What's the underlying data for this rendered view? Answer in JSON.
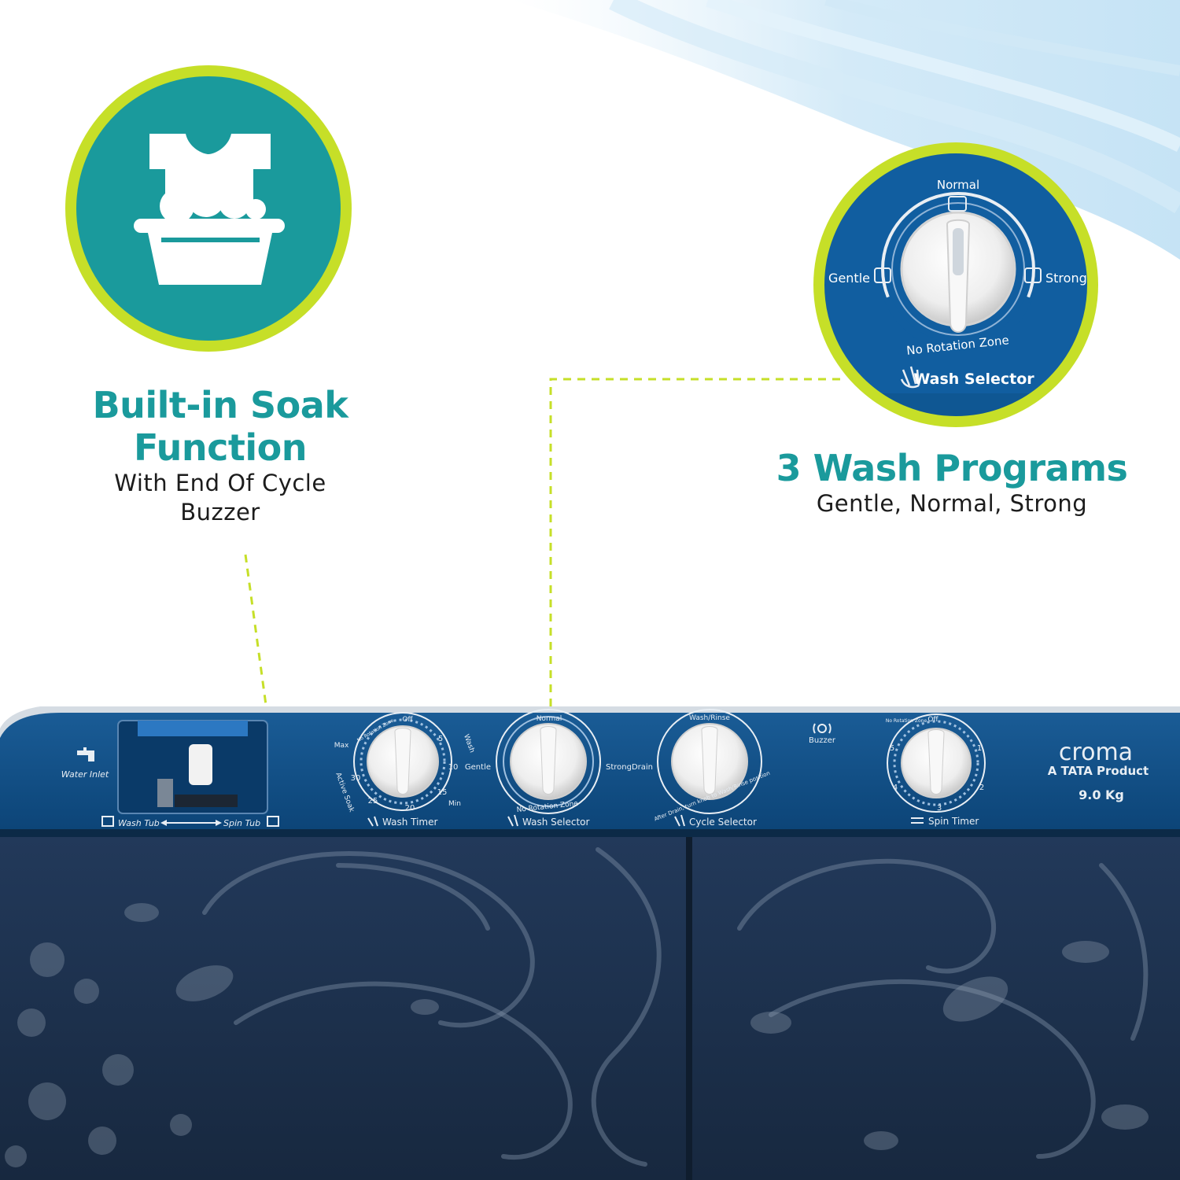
{
  "colors": {
    "teal": "#1a9a9c",
    "lime": "#c6df28",
    "panel_blue": "#0f4f86",
    "lid_navy": "#1a3150",
    "knob_white": "#f2f2f2",
    "text_dark": "#1c1c1c"
  },
  "icons": {
    "soak": "soak-basin-shirt-icon"
  },
  "soak_callout": {
    "title_line1": "Built-in Soak",
    "title_line2": "Function",
    "subtitle_line1": "With End Of Cycle",
    "subtitle_line2": "Buzzer"
  },
  "programs_callout": {
    "title": "3 Wash Programs",
    "subtitle": "Gentle, Normal, Strong"
  },
  "zoom_dial": {
    "normal": "Normal",
    "gentle": "Gentle",
    "strong": "Strong",
    "zone": "No Rotation Zone",
    "label": "Wash Selector"
  },
  "control_panel": {
    "water_inlet": "Water Inlet",
    "wash_tub": "Wash Tub",
    "spin_tub": "Spin Tub",
    "wash_timer": {
      "label": "Wash Timer",
      "ticks": [
        "Off",
        "5",
        "10",
        "15",
        "20",
        "25",
        "30",
        "Max",
        "Min",
        "Wash",
        "Active Soak",
        "No Rotation Zone"
      ]
    },
    "wash_selector": {
      "label": "Wash Selector",
      "normal": "Normal",
      "gentle": "Gentle",
      "strong": "Strong",
      "zone": "No Rotation Zone"
    },
    "cycle_selector": {
      "label": "Cycle Selector",
      "top": "Wash/Rinse",
      "drain": "Drain",
      "note": "After Drain, turn knob to Wash/Rinse position"
    },
    "buzzer": "Buzzer",
    "spin_timer": {
      "label": "Spin Timer",
      "ticks": [
        "Off",
        "1",
        "2",
        "3",
        "4",
        "5",
        "No Rotation Zone"
      ]
    },
    "brand": "croma",
    "brand_tagline": "A TATA Product",
    "capacity": "9.0 Kg"
  }
}
